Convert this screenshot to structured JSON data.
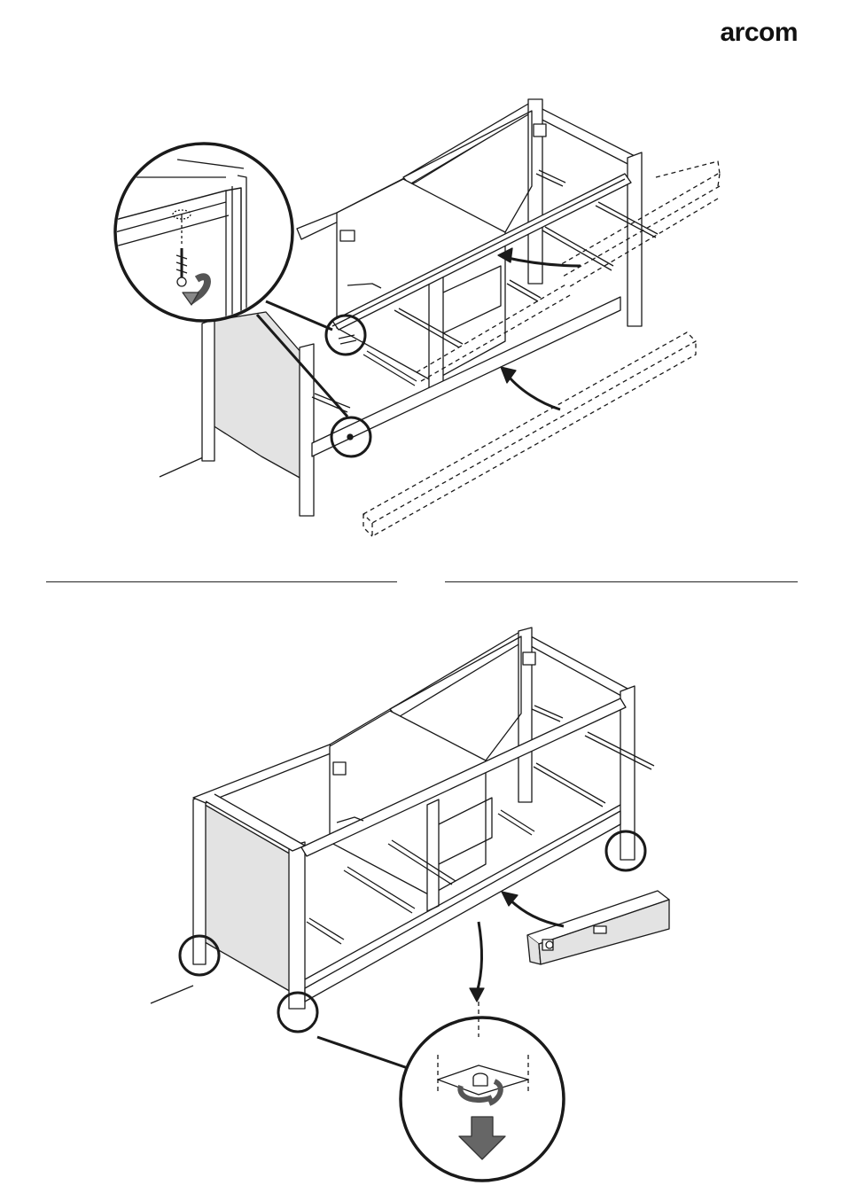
{
  "brand": {
    "logo_text": "arcom"
  },
  "steps": [
    {
      "name": "attach-front-and-back-rails",
      "callouts": [
        "screw-detail",
        "dowel-detail"
      ]
    },
    {
      "name": "level-and-adjust-feet",
      "callouts": [
        "foot-left",
        "foot-front",
        "foot-right",
        "leveler-detail"
      ]
    }
  ],
  "icons": [
    "rotate-arrow-icon",
    "screw-icon",
    "spirit-level-icon",
    "down-arrow-icon",
    "adjust-rotation-icon"
  ]
}
